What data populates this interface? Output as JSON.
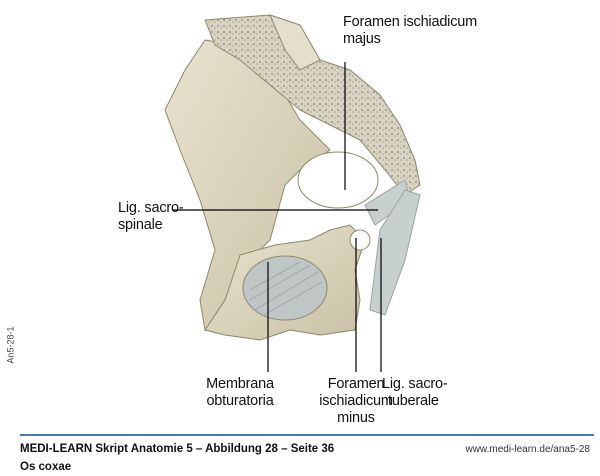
{
  "figure": {
    "labels": {
      "foramen_majus": [
        "Foramen ischiadicum",
        "majus"
      ],
      "lig_sacrospinale": [
        "Lig. sacro-",
        "spinale"
      ],
      "membrana_obturatoria": [
        "Membrana",
        "obturatoria"
      ],
      "foramen_minus": [
        "Foramen",
        "ischiadicum",
        "minus"
      ],
      "lig_sacrotuberale": [
        "Lig. sacro-",
        "tuberale"
      ]
    },
    "side_code": "An5-28-1"
  },
  "footer": {
    "source": "MEDI-LEARN Skript Anatomie 5 – Abbildung 28 – Seite 36",
    "title": "Os coxae",
    "url": "www.medi-learn.de/ana5-28"
  },
  "colors": {
    "bone": "#dcd6bf",
    "bone_shadow": "#b9b197",
    "ligament": "#c8cfcf",
    "accent": "#4a78b8"
  }
}
